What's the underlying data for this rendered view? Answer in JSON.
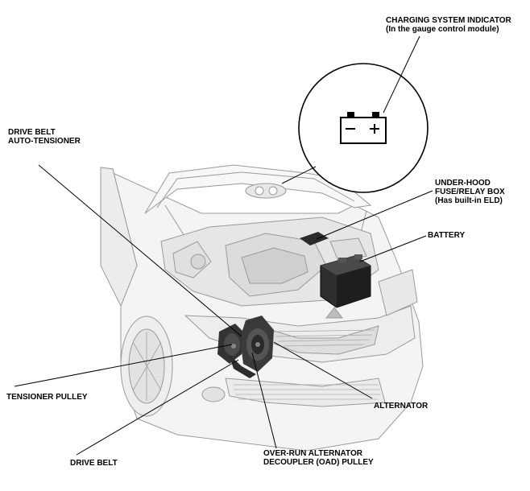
{
  "labels": {
    "charging_indicator": {
      "line1": "CHARGING SYSTEM INDICATOR",
      "line2": "(In the gauge control module)"
    },
    "auto_tensioner": {
      "line1": "DRIVE BELT",
      "line2": "AUTO-TENSIONER"
    },
    "fuse_box": {
      "line1": "UNDER-HOOD",
      "line2": "FUSE/RELAY BOX",
      "line3": "(Has built-in ELD)"
    },
    "battery": "BATTERY",
    "tensioner_pulley": "TENSIONER PULLEY",
    "alternator": "ALTERNATOR",
    "drive_belt": "DRIVE BELT",
    "oad_pulley": {
      "line1": "OVER-RUN ALTERNATOR",
      "line2": "DECOUPLER (OAD) PULLEY"
    }
  },
  "indicator_symbols": {
    "minus": "−",
    "plus": "+"
  },
  "colors": {
    "line": "#000000",
    "car_outline": "#8a8a8a",
    "car_fill": "#f3f3f3",
    "parts_dark": "#2b2b2b"
  }
}
